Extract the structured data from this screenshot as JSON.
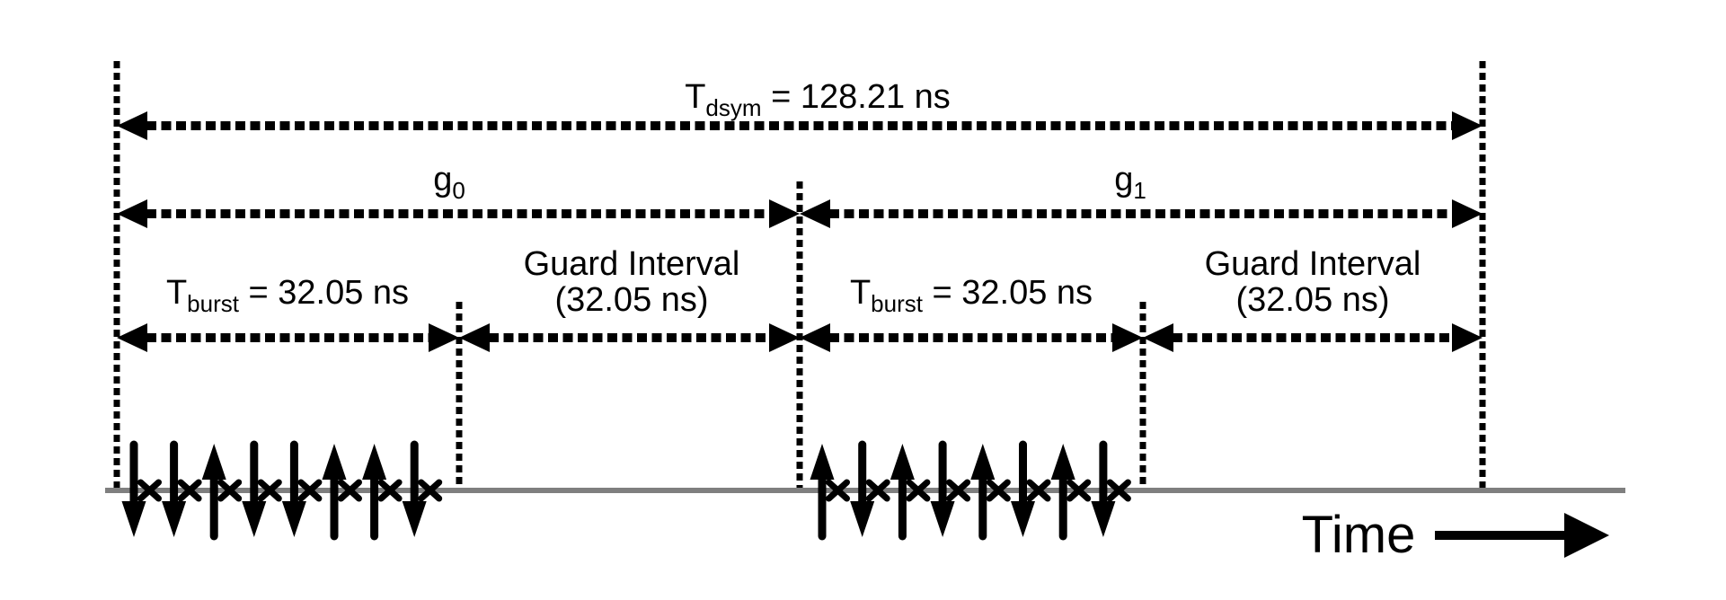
{
  "figure": {
    "background": "#ffffff",
    "ink_color": "#000000",
    "baseline_color": "#7f7f7f"
  },
  "dimension_labels": {
    "tdsym": {
      "symbol": "T",
      "subscript": "dsym",
      "value": " = 128.21 ns"
    },
    "g0": {
      "symbol": "g",
      "subscript": "0"
    },
    "g1": {
      "symbol": "g",
      "subscript": "1"
    },
    "burst0": {
      "symbol": "T",
      "subscript": "burst",
      "value": " = 32.05 ns"
    },
    "guard0": {
      "line1": "Guard Interval",
      "line2": "(32.05 ns)"
    },
    "burst1": {
      "symbol": "T",
      "subscript": "burst",
      "value": " = 32.05 ns"
    },
    "guard1": {
      "line1": "Guard Interval",
      "line2": "(32.05 ns)"
    }
  },
  "time_axis": {
    "label": "Time"
  },
  "signal": {
    "marker": "x",
    "bursts": [
      {
        "id": "burst-0",
        "pulse_directions": [
          "down",
          "down",
          "up",
          "down",
          "down",
          "up",
          "up",
          "down"
        ]
      },
      {
        "id": "burst-1",
        "pulse_directions": [
          "up",
          "down",
          "up",
          "down",
          "up",
          "down",
          "up",
          "down"
        ]
      }
    ]
  }
}
